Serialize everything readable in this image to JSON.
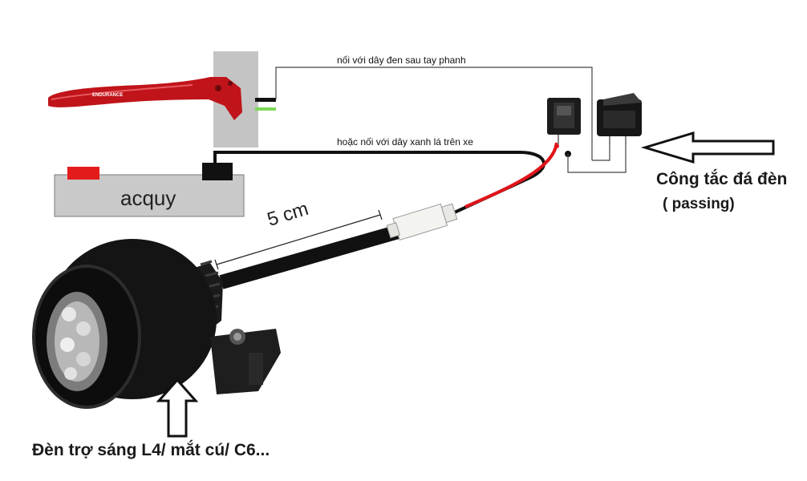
{
  "labels": {
    "top_wire": "nối với dây đen sau tay phanh",
    "mid_wire": "hoặc nối với dây xanh lá trên xe",
    "battery": "acquy",
    "length": "5 cm",
    "switch_title": "Công tắc đá đèn",
    "switch_sub": "( passing)",
    "lamp": "Đèn trợ sáng L4/ mắt cú/ C6..."
  },
  "brake_lever_text": "ENDURANCE",
  "colors": {
    "lever": "#c0141a",
    "battery_body": "#c9c9c9",
    "battery_positive": "#e41b1b",
    "wire_positive": "#e0141a",
    "wire_green": "#7ed957",
    "lamp_body": "#141414"
  },
  "icons": [
    "brake-lever-icon",
    "battery-icon",
    "headlight-icon",
    "rocker-switch-icon",
    "arrow-left-icon",
    "arrow-up-icon",
    "connector-icon"
  ]
}
